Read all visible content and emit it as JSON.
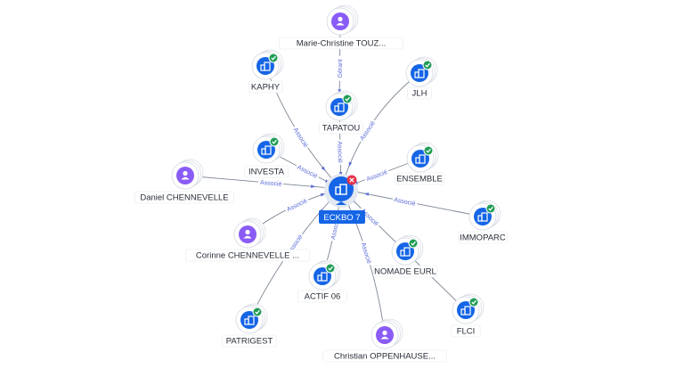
{
  "center": {
    "label": "ECKBO 7",
    "badge": "close-icon"
  },
  "colors": {
    "company": "#1565e6",
    "person": "#8a5cf6",
    "check": "#1f9d55",
    "edge": "#7e8794",
    "edge_label": "#5b6cd6",
    "center_badge": "#e5334b",
    "center_label_bg": "#1565e6"
  },
  "nodes": [
    {
      "id": "marie",
      "kind": "person",
      "label": "Marie-Christine TOUZ..."
    },
    {
      "id": "kaphy",
      "kind": "company",
      "label": "KAPHY"
    },
    {
      "id": "jlh",
      "kind": "company",
      "label": "JLH"
    },
    {
      "id": "tapatou",
      "kind": "company",
      "label": "TAPATOU"
    },
    {
      "id": "investa",
      "kind": "company",
      "label": "INVESTA"
    },
    {
      "id": "ensemble",
      "kind": "company",
      "label": "ENSEMBLE"
    },
    {
      "id": "daniel",
      "kind": "person",
      "label": "Daniel CHENNEVELLE"
    },
    {
      "id": "immoparc",
      "kind": "company",
      "label": "IMMOPARC"
    },
    {
      "id": "corinne",
      "kind": "person",
      "label": "Corinne CHENNEVELLE ..."
    },
    {
      "id": "nomade",
      "kind": "company",
      "label": "NOMADE EURL"
    },
    {
      "id": "actif",
      "kind": "company",
      "label": "ACTIF 06"
    },
    {
      "id": "flci",
      "kind": "company",
      "label": "FLCI"
    },
    {
      "id": "patrigest",
      "kind": "company",
      "label": "PATRIGEST"
    },
    {
      "id": "christian",
      "kind": "person",
      "label": "Christian OPPENHAUSE..."
    }
  ],
  "edges": [
    {
      "from": "marie",
      "to": "tapatou",
      "label": "Gérant"
    },
    {
      "from": "kaphy",
      "to": "center",
      "label": "Associé"
    },
    {
      "from": "jlh",
      "to": "center",
      "label": "Associé"
    },
    {
      "from": "tapatou",
      "to": "center",
      "label": "Associé"
    },
    {
      "from": "investa",
      "to": "center",
      "label": "Associé"
    },
    {
      "from": "ensemble",
      "to": "center",
      "label": "Associé"
    },
    {
      "from": "daniel",
      "to": "center",
      "label": "Associé"
    },
    {
      "from": "immoparc",
      "to": "center",
      "label": "Associé"
    },
    {
      "from": "corinne",
      "to": "center",
      "label": "Associé"
    },
    {
      "from": "nomade",
      "to": "center",
      "label": "Associé"
    },
    {
      "from": "actif",
      "to": "center",
      "label": "Associé"
    },
    {
      "from": "nomade",
      "to": "flci",
      "label": ""
    },
    {
      "from": "patrigest",
      "to": "center",
      "label": "Associé"
    },
    {
      "from": "christian",
      "to": "center",
      "label": "Associé"
    }
  ]
}
